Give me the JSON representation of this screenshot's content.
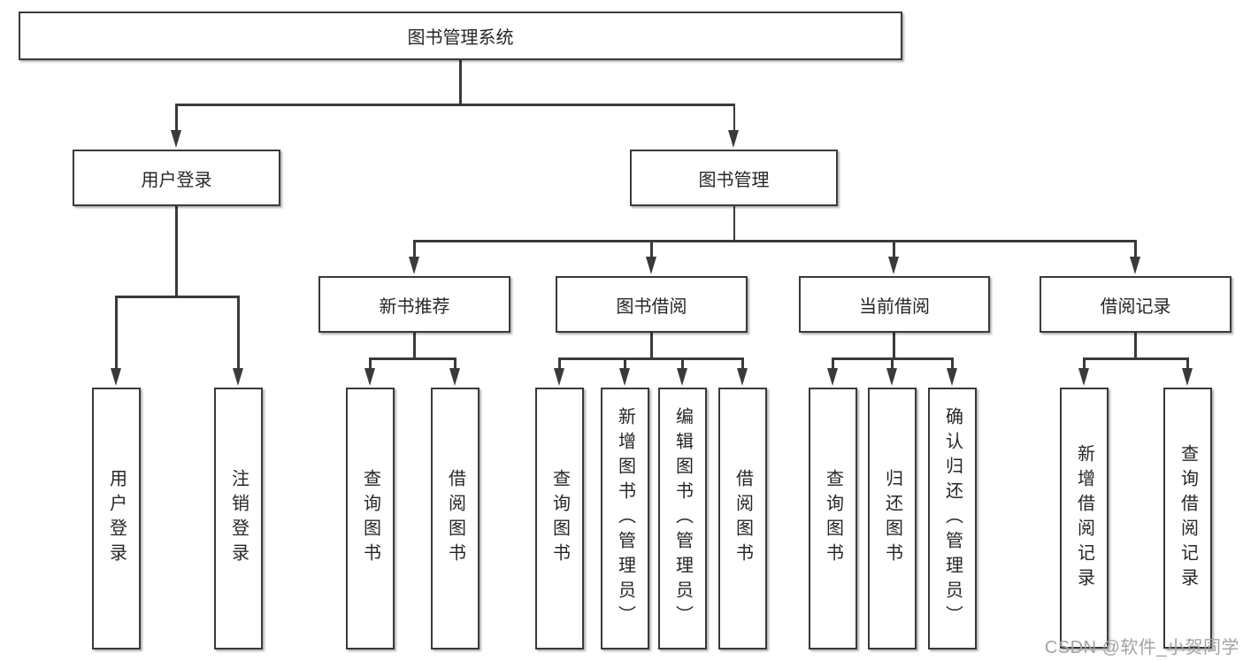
{
  "diagram": {
    "root": {
      "label": "图书管理系统"
    },
    "children": [
      {
        "label": "用户登录",
        "children": [
          {
            "label": "用户登录"
          },
          {
            "label": "注销登录"
          }
        ]
      },
      {
        "label": "图书管理",
        "children": [
          {
            "label": "新书推荐",
            "children": [
              {
                "label": "查询图书"
              },
              {
                "label": "借阅图书"
              }
            ]
          },
          {
            "label": "图书借阅",
            "children": [
              {
                "label": "查询图书"
              },
              {
                "label": "新增图书（管理员）"
              },
              {
                "label": "编辑图书（管理员）"
              },
              {
                "label": "借阅图书"
              }
            ]
          },
          {
            "label": "当前借阅",
            "children": [
              {
                "label": "查询图书"
              },
              {
                "label": "归还图书"
              },
              {
                "label": "确认归还（管理员）"
              }
            ]
          },
          {
            "label": "借阅记录",
            "children": [
              {
                "label": "新增借阅记录"
              },
              {
                "label": "查询借阅记录"
              }
            ]
          }
        ]
      }
    ]
  },
  "watermark": {
    "text": "CSDN @软件_小贺同学"
  },
  "colors": {
    "line": "#3a3a3a",
    "box_border": "#3a3a3a",
    "box_fill": "#ffffff",
    "text": "#262626",
    "watermark": "#a3a3a6",
    "background": "#ffffff"
  }
}
